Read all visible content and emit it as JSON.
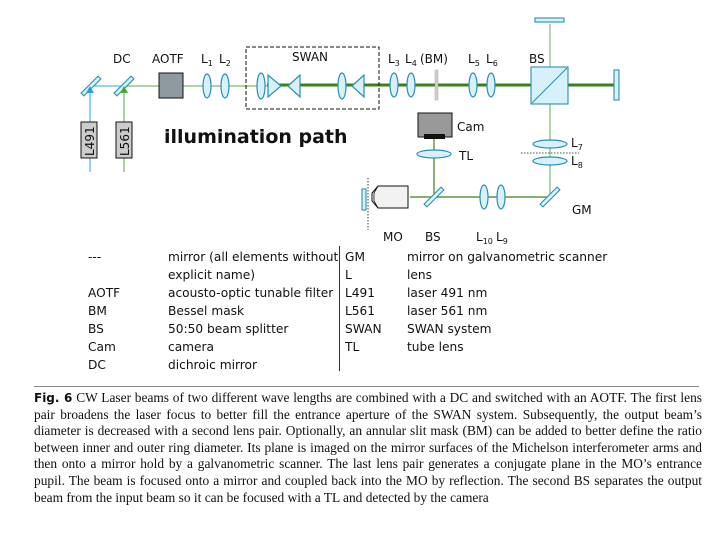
{
  "diagram": {
    "title": "illumination path",
    "labels": {
      "dc": "DC",
      "aotf": "AOTF",
      "l1": "L",
      "l1_sub": "1",
      "l2": "L",
      "l2_sub": "2",
      "swan": "SWAN",
      "l3": "L",
      "l3_sub": "3",
      "l4": "L",
      "l4_sub": "4",
      "bm": "(BM)",
      "l5": "L",
      "l5_sub": "5",
      "l6": "L",
      "l6_sub": "6",
      "bs_top": "BS",
      "cam": "Cam",
      "tl": "TL",
      "l7": "L",
      "l7_sub": "7",
      "l8": "L",
      "l8_sub": "8",
      "gm": "GM",
      "mo": "MO",
      "bs_bottom": "BS",
      "l10": "L",
      "l10_sub": "10",
      "l9": "L",
      "l9_sub": "9",
      "laser491": "L491",
      "laser561": "L561"
    },
    "colors": {
      "beam_491": "#5bbbe0",
      "beam_561": "#7dbb6a",
      "beam_combined": "#3f7f1a",
      "return_beam": "#a9c4a0",
      "optic_fill": "#d6f1fa",
      "optic_stroke": "#2a8fb0",
      "aotf_fill": "#8f9aa0",
      "camera_fill": "#999999",
      "laser_box_fill": "#cccccc"
    }
  },
  "legend": {
    "left": [
      {
        "abbr": "---",
        "desc": "mirror (all elements without"
      },
      {
        "abbr": "",
        "desc": "explicit name)"
      },
      {
        "abbr": "AOTF",
        "desc": "acousto-optic tunable filter"
      },
      {
        "abbr": "BM",
        "desc": "Bessel mask"
      },
      {
        "abbr": "BS",
        "desc": "50:50 beam splitter"
      },
      {
        "abbr": "Cam",
        "desc": "camera"
      },
      {
        "abbr": "DC",
        "desc": "dichroic mirror"
      }
    ],
    "right": [
      {
        "abbr": "GM",
        "desc": "mirror on galvanometric scanner"
      },
      {
        "abbr": "L",
        "desc": "lens"
      },
      {
        "abbr": "L491",
        "desc": "laser 491 nm"
      },
      {
        "abbr": "L561",
        "desc": "laser 561 nm"
      },
      {
        "abbr": "SWAN",
        "desc": "SWAN system"
      },
      {
        "abbr": "TL",
        "desc": "tube lens"
      }
    ]
  },
  "caption": {
    "fig_label": "Fig. 6",
    "text": "CW Laser beams of two different wave lengths are combined with a DC and switched with an AOTF. The first lens pair broadens the laser focus to better fill the entrance aperture of the SWAN system. Subsequently, the output beam’s diameter is decreased with a second lens pair. Optionally, an annular slit mask (BM) can be added to better define the ratio between inner and outer ring diameter. Its plane is imaged on the mirror surfaces of the Michelson interferometer arms and then onto a mirror hold by a galvanometric scanner. The last lens pair generates a conjugate plane in the MO’s entrance pupil. The beam is focused onto a mirror and coupled back into the MO by reflection. The second BS separates the output beam from the input beam so it can be focused with a TL and detected by the camera"
  }
}
